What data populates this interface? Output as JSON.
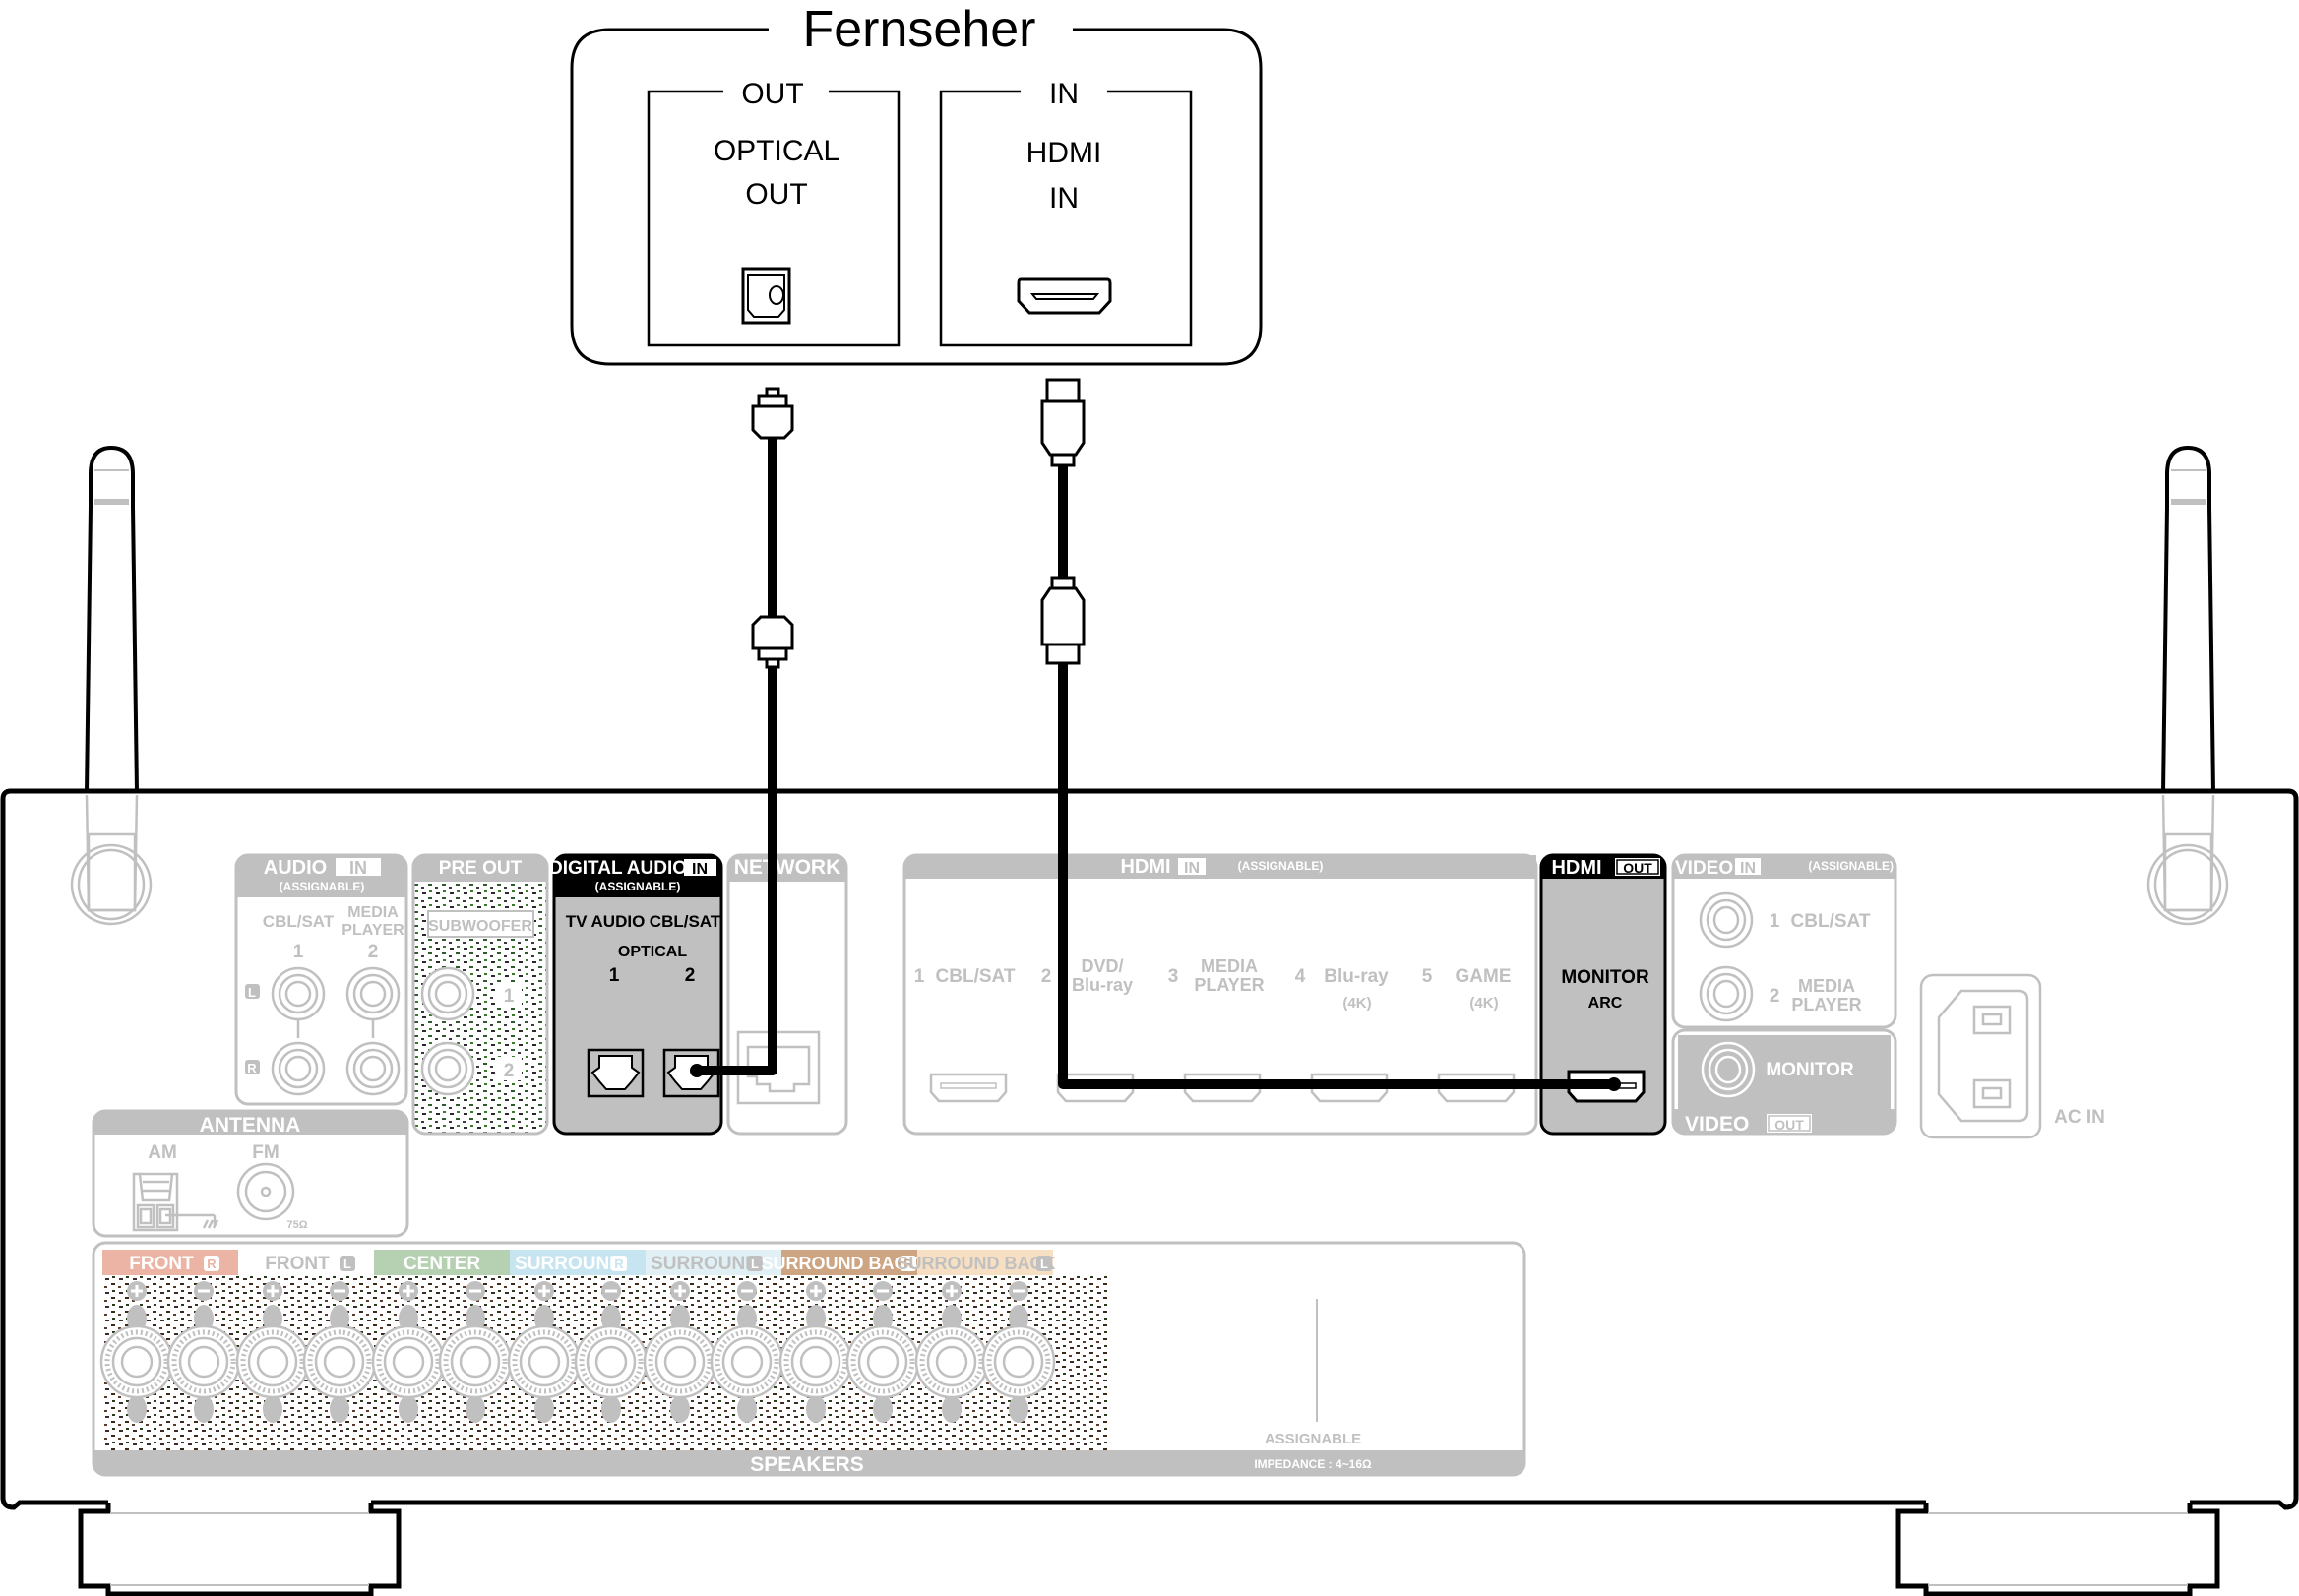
{
  "title": "Fernseher",
  "tv": {
    "out_group": "OUT",
    "in_group": "IN",
    "optical_line1": "OPTICAL",
    "optical_line2": "OUT",
    "hdmi_line1": "HDMI",
    "hdmi_line2": "IN"
  },
  "receiver": {
    "audio_in": {
      "title": "AUDIO",
      "badge": "IN",
      "sub": "(ASSIGNABLE)",
      "col1": "CBL/SAT",
      "col2a": "MEDIA",
      "col2b": "PLAYER",
      "num1": "1",
      "num2": "2",
      "left": "L",
      "right": "R"
    },
    "pre_out": {
      "title": "PRE OUT",
      "sub": "SUBWOOFER",
      "num1": "1",
      "num2": "2"
    },
    "digital_audio_in": {
      "title": "DIGITAL AUDIO",
      "badge": "IN",
      "sub": "(ASSIGNABLE)",
      "col1": "TV AUDIO",
      "col2": "CBL/SAT",
      "type": "OPTICAL",
      "num1": "1",
      "num2": "2"
    },
    "network": {
      "title": "NETWORK"
    },
    "hdmi_in": {
      "title": "HDMI",
      "badge": "IN",
      "sub": "(ASSIGNABLE)",
      "ports": [
        {
          "num": "1",
          "line1": "CBL/SAT",
          "line2": "",
          "note": ""
        },
        {
          "num": "2",
          "line1": "DVD/",
          "line2": "Blu-ray",
          "note": ""
        },
        {
          "num": "3",
          "line1": "MEDIA",
          "line2": "PLAYER",
          "note": ""
        },
        {
          "num": "4",
          "line1": "Blu-ray",
          "line2": "",
          "note": "(4K)"
        },
        {
          "num": "5",
          "line1": "GAME",
          "line2": "",
          "note": "(4K)"
        }
      ]
    },
    "hdmi_out": {
      "title": "HDMI",
      "badge": "OUT",
      "line1": "MONITOR",
      "line2": "ARC"
    },
    "video_in": {
      "title": "VIDEO",
      "badge": "IN",
      "sub": "(ASSIGNABLE)",
      "p1_num": "1",
      "p1": "CBL/SAT",
      "p2_num": "2",
      "p2a": "MEDIA",
      "p2b": "PLAYER"
    },
    "video_out": {
      "title": "VIDEO",
      "badge": "OUT",
      "port": "MONITOR"
    },
    "ac_in": "AC IN",
    "antenna": {
      "title": "ANTENNA",
      "am": "AM",
      "fm": "FM",
      "ohm": "75Ω"
    },
    "speakers": {
      "title": "SPEAKERS",
      "assignable": "ASSIGNABLE",
      "impedance": "IMPEDANCE : 4~16Ω",
      "channels": [
        {
          "label": "FRONT",
          "side": "R",
          "color": "#ecb4a4",
          "text": "#ffffff"
        },
        {
          "label": "FRONT",
          "side": "L",
          "color": "#ffffff",
          "text": "#c0c0c0"
        },
        {
          "label": "CENTER",
          "side": "",
          "color": "#b5d1b2",
          "text": "#ffffff"
        },
        {
          "label": "SURROUND",
          "side": "R",
          "color": "#c7e5f0",
          "text": "#ffffff"
        },
        {
          "label": "SURROUND",
          "side": "L",
          "color": "#e1f0f5",
          "text": "#c0c0c0"
        },
        {
          "label": "SURROUND BACK",
          "side": "R",
          "color": "#cda582",
          "text": "#ffffff"
        },
        {
          "label": "SURROUND BACK",
          "side": "L",
          "color": "#f6dfc3",
          "text": "#c0c0c0"
        }
      ]
    }
  },
  "colors": {
    "line": "#000000",
    "inactive": "#c0c0c0",
    "highlight_panel": "#c0c0c0"
  }
}
